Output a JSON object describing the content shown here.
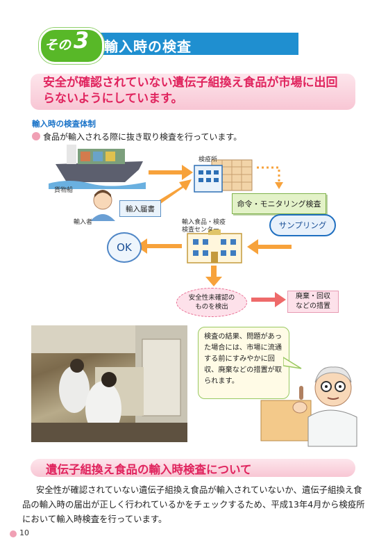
{
  "section": {
    "badge_prefix": "その",
    "badge_number": "3",
    "title": "輸入時の検査"
  },
  "banner": {
    "text": "安全が確認されていない遺伝子組換え食品が市場に出回らないようにしています。"
  },
  "subsection": {
    "title": "輸入時の検査体制",
    "bullet": "食品が輸入される際に抜き取り検査を行っています。"
  },
  "diagram": {
    "ship_label": "貨物船",
    "quarantine_label": "検疫所",
    "importer_label": "輸入者",
    "import_notice": "輸入届書",
    "order_monitoring": "命令・モニタリング検査",
    "sampling": "サンプリング",
    "center_label_line1": "輸入食品・検疫",
    "center_label_line2": "検査センター",
    "ok": "OK",
    "unsafe_line1": "安全性未確認の",
    "unsafe_line2": "ものを検出",
    "dispose_line1": "廃棄・回収",
    "dispose_line2": "などの措置"
  },
  "speech": {
    "text": "検査の結果、問題があった場合には、市場に流通する前にすみやかに回収、廃棄などの措置が取られます。"
  },
  "section2": {
    "title": "遺伝子組換え食品の輸入時検査について",
    "body": "安全性が確認されていない遺伝子組換え食品が輸入されていないか、遺伝子組換え食品の輸入時の届出が正しく行われているかをチェックするため、平成13年4月から検疫所において輸入時検査を行っています。"
  },
  "page": {
    "number": "10"
  },
  "colors": {
    "header_blue": "#1f8fd0",
    "badge_green": "#58b828",
    "heading_pink": "#e0245e",
    "arrow_orange": "#f7a23b"
  }
}
